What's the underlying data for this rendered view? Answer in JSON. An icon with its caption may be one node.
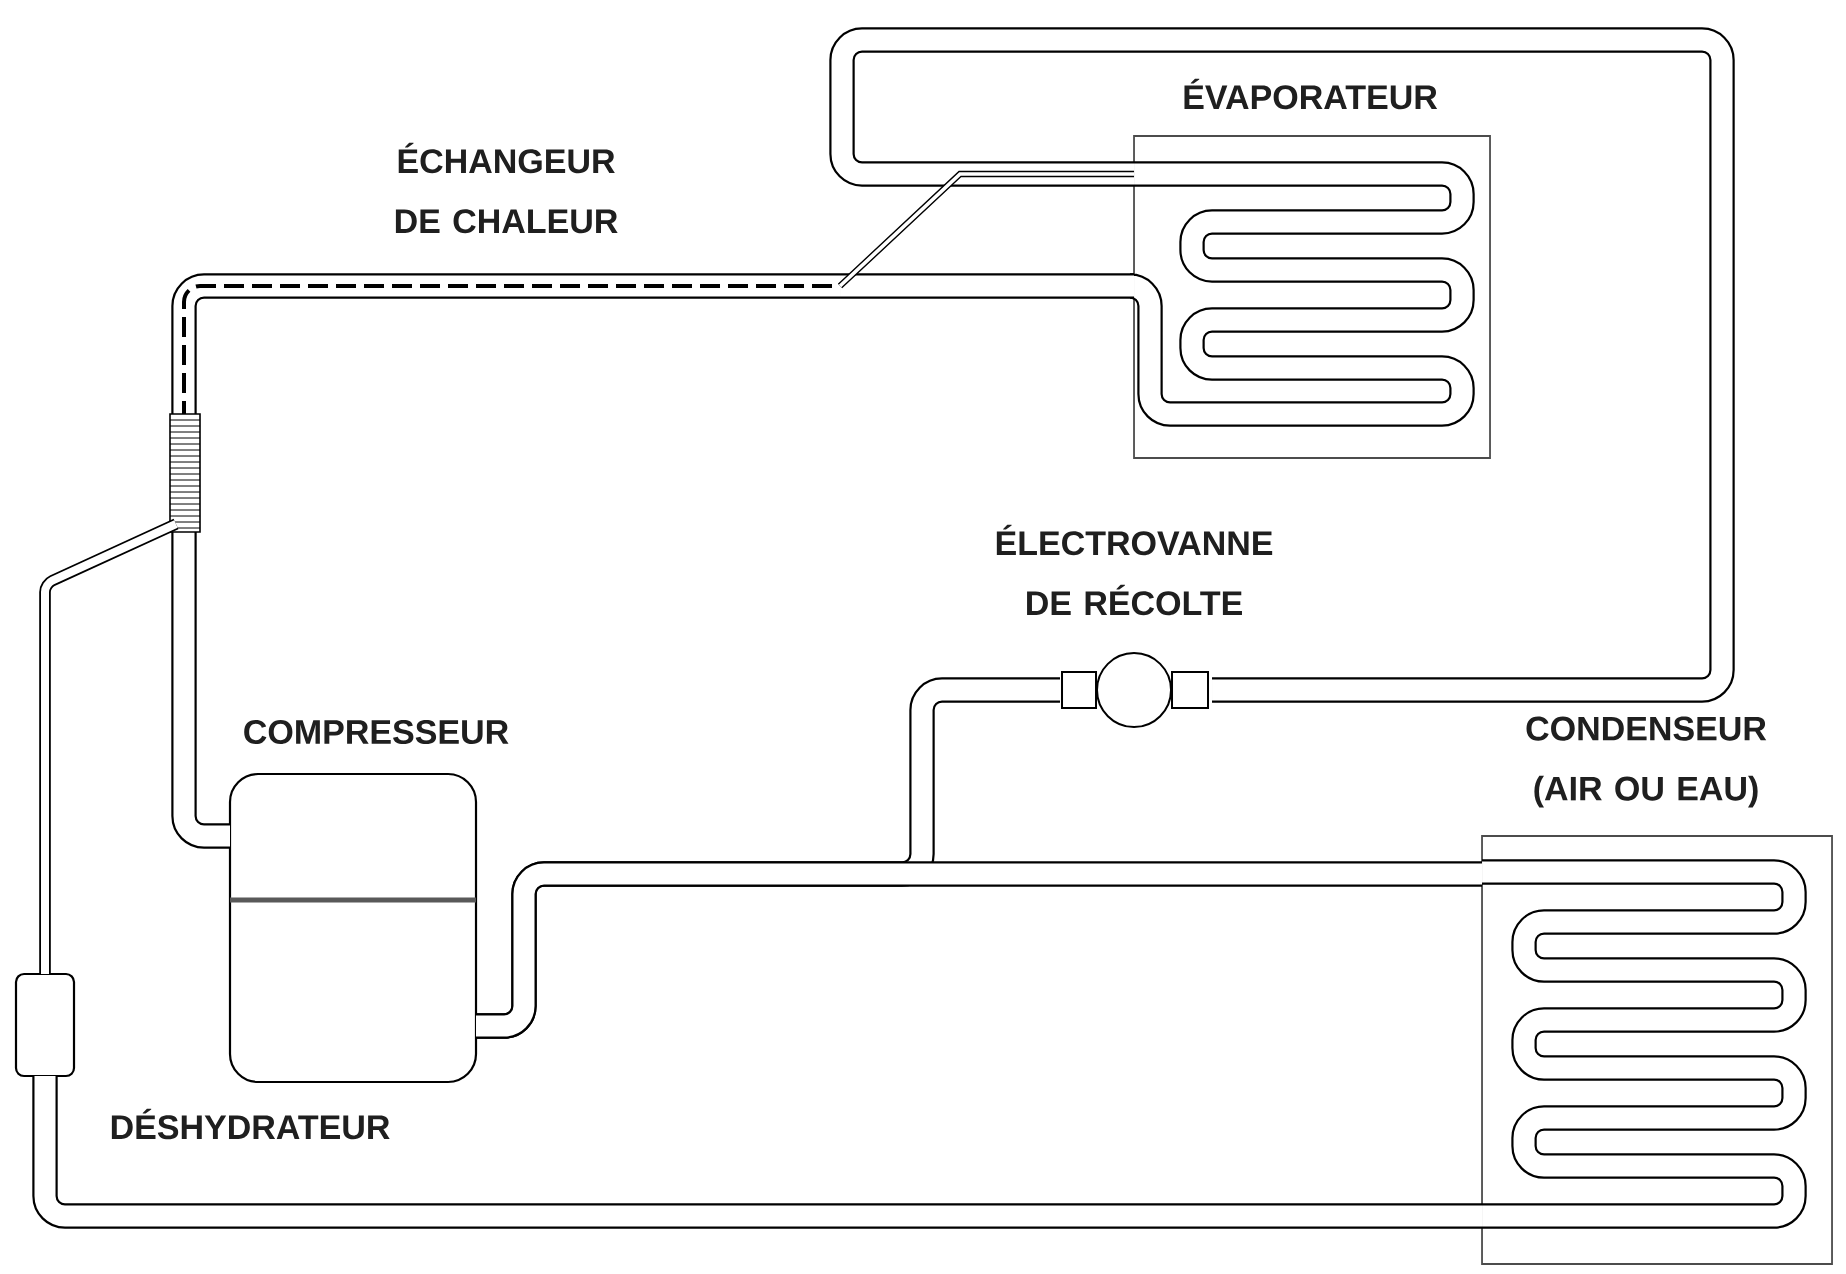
{
  "diagram": {
    "nodes": [
      {
        "text": [
          "ÉVAPORATEUR"
        ]
      },
      {
        "text": [
          "ÉCHANGEUR DE CHALEUR"
        ]
      },
      {
        "text": [
          "ÉLECTROVANNE DE RÉCOLTE"
        ]
      },
      {
        "text": [
          "COMPRESSEUR"
        ]
      },
      {
        "text": [
          "CONDENSEUR (AIR OU EAU)"
        ]
      },
      {
        "text": [
          "DÉSHYDRATEUR"
        ]
      }
    ],
    "edges": [
      {
        "from": 3,
        "to": 2,
        "arrow": "none"
      },
      {
        "from": 3,
        "to": 4,
        "arrow": "none"
      },
      {
        "from": 2,
        "to": 0,
        "arrow": "none"
      },
      {
        "from": 0,
        "to": 1,
        "arrow": "none"
      },
      {
        "from": 1,
        "to": 3,
        "arrow": "none"
      },
      {
        "from": 4,
        "to": 5,
        "arrow": "none"
      },
      {
        "from": 5,
        "to": 1,
        "arrow": "none"
      },
      {
        "from": 1,
        "to": 0,
        "arrow": "none"
      }
    ]
  }
}
